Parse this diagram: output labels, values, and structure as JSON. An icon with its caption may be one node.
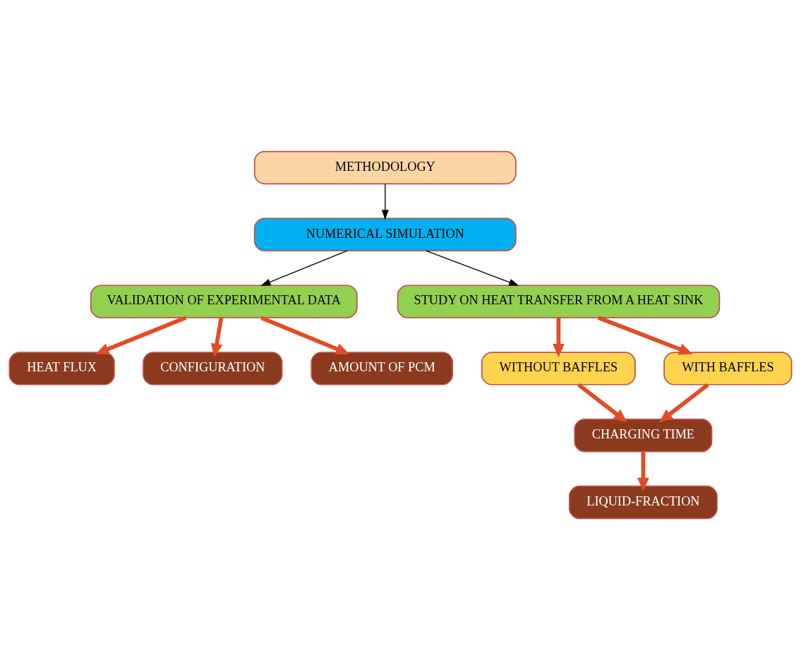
{
  "diagram": {
    "nodes": [
      {
        "text": [
          "METHODOLOGY"
        ]
      },
      {
        "text": [
          "NUMERICAL SIMULATION"
        ]
      },
      {
        "text": [
          "VALIDATION OF EXPERIMENTAL DATA"
        ]
      },
      {
        "text": [
          "STUDY ON HEAT TRANSFER FROM A HEAT SINK"
        ]
      },
      {
        "text": [
          "HEAT FLUX"
        ]
      },
      {
        "text": [
          "CONFIGURATION"
        ]
      },
      {
        "text": [
          "AMOUNT OF PCM"
        ]
      },
      {
        "text": [
          "WITHOUT BAFFLES"
        ]
      },
      {
        "text": [
          "WITH BAFFLES"
        ]
      },
      {
        "text": [
          "CHARGING TIME"
        ]
      },
      {
        "text": [
          "LIQUID-FRACTION"
        ]
      }
    ],
    "edges": [
      {
        "from": 0,
        "to": 1,
        "arrow": "to",
        "color": "#000000"
      },
      {
        "from": 1,
        "to": 2,
        "arrow": "to",
        "color": "#000000"
      },
      {
        "from": 1,
        "to": 3,
        "arrow": "to",
        "color": "#000000"
      },
      {
        "from": 2,
        "to": 4,
        "arrow": "to"
      },
      {
        "from": 2,
        "to": 5,
        "arrow": "to"
      },
      {
        "from": 2,
        "to": 6,
        "arrow": "to"
      },
      {
        "from": 3,
        "to": 7,
        "arrow": "to"
      },
      {
        "from": 3,
        "to": 8,
        "arrow": "to"
      },
      {
        "from": 7,
        "to": 9,
        "arrow": "to"
      },
      {
        "from": 8,
        "to": 9,
        "arrow": "to"
      },
      {
        "from": 9,
        "to": 10,
        "arrow": "to"
      }
    ]
  }
}
